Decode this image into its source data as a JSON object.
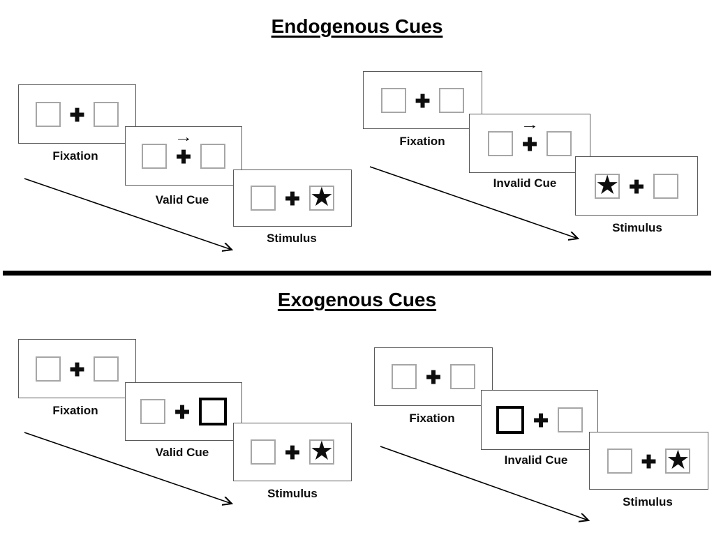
{
  "sections": [
    {
      "title": "Endogenous Cues",
      "groups": [
        {
          "name": "endogenous-valid",
          "panels": [
            {
              "label": "Fixation",
              "cue": "none",
              "star": "none"
            },
            {
              "label": "Valid Cue",
              "cue": "central-arrow-right",
              "star": "none"
            },
            {
              "label": "Stimulus",
              "cue": "none",
              "star": "right"
            }
          ]
        },
        {
          "name": "endogenous-invalid",
          "panels": [
            {
              "label": "Fixation",
              "cue": "none",
              "star": "none"
            },
            {
              "label": "Invalid Cue",
              "cue": "central-arrow-right",
              "star": "none"
            },
            {
              "label": "Stimulus",
              "cue": "none",
              "star": "left"
            }
          ]
        }
      ]
    },
    {
      "title": "Exogenous Cues",
      "groups": [
        {
          "name": "exogenous-valid",
          "panels": [
            {
              "label": "Fixation",
              "cue": "none",
              "star": "none"
            },
            {
              "label": "Valid Cue",
              "cue": "peripheral-box-right",
              "star": "none"
            },
            {
              "label": "Stimulus",
              "cue": "none",
              "star": "right"
            }
          ]
        },
        {
          "name": "exogenous-invalid",
          "panels": [
            {
              "label": "Fixation",
              "cue": "none",
              "star": "none"
            },
            {
              "label": "Invalid Cue",
              "cue": "peripheral-box-left",
              "star": "none"
            },
            {
              "label": "Stimulus",
              "cue": "none",
              "star": "right"
            }
          ]
        }
      ]
    }
  ],
  "symbols": {
    "fixation_cross": "✚",
    "star": "★",
    "cue_arrow": "→"
  },
  "colors": {
    "ink": "#000000",
    "panel_border": "#595959",
    "box_border": "#a6a6a6",
    "background": "#ffffff"
  }
}
